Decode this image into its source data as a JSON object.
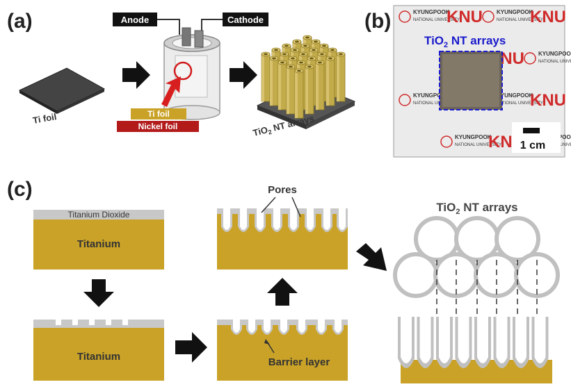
{
  "panel_a": {
    "label": "(a)",
    "ti_foil": "Ti foil",
    "anode": "Anode",
    "cathode": "Cathode",
    "legend_ti": "Ti foil",
    "legend_ni": "Nickel foil",
    "nt_arrays_prefix": "TiO",
    "nt_arrays_sub": "2",
    "nt_arrays_suffix": " NT arrays"
  },
  "panel_b": {
    "label": "(b)",
    "title_prefix": "TiO",
    "title_sub": "2",
    "title_suffix": " NT arrays",
    "scale_bar": "1 cm",
    "logo_text": "KNU",
    "univ_line1": "KYUNGPOOK",
    "univ_line2": "NATIONAL UNIVERSITY"
  },
  "panel_c": {
    "label": "(c)",
    "oxide_label": "Titanium Dioxide",
    "titanium_1": "Titanium",
    "titanium_2": "Titanium",
    "pores": "Pores",
    "barrier": "Barrier layer",
    "nt_title_prefix": "TiO",
    "nt_title_sub": "2",
    "nt_title_suffix": " NT arrays"
  },
  "colors": {
    "gold": "#c9a227",
    "gold_dark": "#a88318",
    "oxide_gray": "#c8c8c8",
    "nickel_red": "#b31b1b",
    "ti_gold": "#c9a227",
    "knu_red": "#d02b2b",
    "dashed_blue": "#1c1ccf",
    "title_blue": "#1a1acc"
  }
}
